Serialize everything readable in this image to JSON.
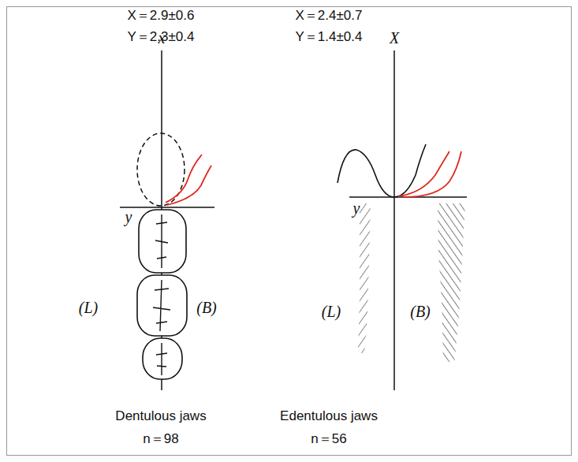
{
  "diagram": {
    "labels": [
      "X＝2.9±0.6",
      "Y＝2.3±0.4",
      "X＝2.4±0.7",
      "Y＝1.4±0.4",
      "x",
      "y",
      "(L)",
      "(B)",
      "X",
      "y",
      "(L)",
      "(B)",
      "Dentulous jaws",
      "n＝98",
      "Edentulous jaws",
      "n＝56"
    ]
  }
}
